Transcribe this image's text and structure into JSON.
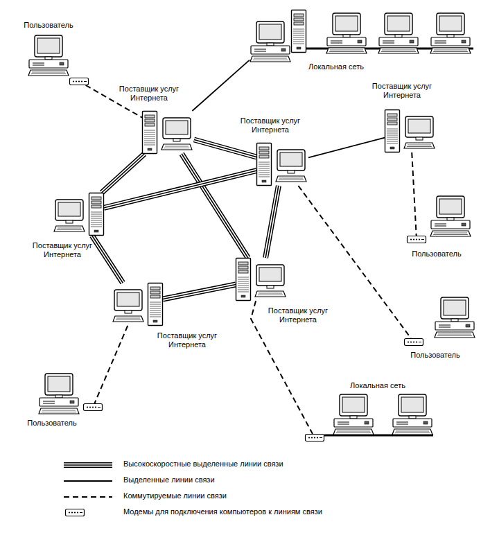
{
  "diagram": {
    "nodes": [
      {
        "text": [
          "Пользователь"
        ]
      },
      {
        "text": [
          "Поставщик услуг Интернета"
        ]
      },
      {
        "text": [
          "Локальная сеть"
        ]
      },
      {
        "text": [
          "Поставщик услуг Интернета"
        ]
      },
      {
        "text": [
          "Поставщик услуг Интернета"
        ]
      },
      {
        "text": [
          "Поставщик услуг Интернета"
        ]
      },
      {
        "text": [
          "Пользователь"
        ]
      },
      {
        "text": [
          "Поставщик услуг Интернета"
        ]
      },
      {
        "text": [
          "Поставщик услуг Интернета"
        ]
      },
      {
        "text": [
          "Пользователь"
        ]
      },
      {
        "text": [
          "Пользователь"
        ]
      },
      {
        "text": [
          "Локальная сеть"
        ]
      }
    ],
    "edges": [
      {
        "from": 0,
        "to": 1,
        "arrow": "none"
      },
      {
        "from": 1,
        "to": 2,
        "arrow": "none"
      },
      {
        "from": 1,
        "to": 3,
        "arrow": "none"
      },
      {
        "from": 1,
        "to": 5,
        "arrow": "none"
      },
      {
        "from": 1,
        "to": 7,
        "arrow": "none"
      },
      {
        "from": 5,
        "to": 3,
        "arrow": "none"
      },
      {
        "from": 3,
        "to": 7,
        "arrow": "none"
      },
      {
        "from": 3,
        "to": 4,
        "arrow": "none"
      },
      {
        "from": 4,
        "to": 6,
        "arrow": "none"
      },
      {
        "from": 3,
        "to": 9,
        "arrow": "none"
      },
      {
        "from": 5,
        "to": 8,
        "arrow": "none"
      },
      {
        "from": 8,
        "to": 7,
        "arrow": "none"
      },
      {
        "from": 8,
        "to": 10,
        "arrow": "none"
      },
      {
        "from": 7,
        "to": 11,
        "arrow": "none"
      }
    ],
    "legend": [
      {
        "text": "Высокоскоростные выделенные линии связи"
      },
      {
        "text": "Выделенные линии связи"
      },
      {
        "text": "Коммутируемые линии связи"
      },
      {
        "text": "Модемы для подключения компьютеров к линиям связи"
      }
    ]
  }
}
